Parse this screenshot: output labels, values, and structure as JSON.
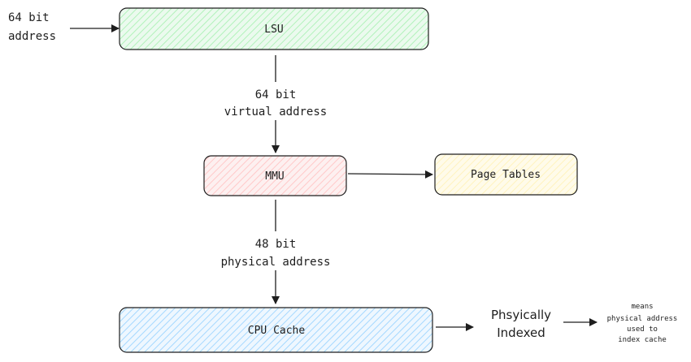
{
  "nodes": {
    "lsu": {
      "label": "LSU",
      "fill": "#b2f2bb"
    },
    "mmu": {
      "label": "MMU",
      "fill": "#ffc9c9"
    },
    "page_tables": {
      "label": "Page Tables",
      "fill": "#fff3bf"
    },
    "cpu_cache": {
      "label": "CPU Cache",
      "fill": "#a5d8ff"
    }
  },
  "input": {
    "line1": "64 bit",
    "line2": "address"
  },
  "edges": {
    "lsu_to_mmu": {
      "line1": "64 bit",
      "line2": "virtual address"
    },
    "mmu_to_cache": {
      "line1": "48 bit",
      "line2": "physical address"
    }
  },
  "cache_output": {
    "line1": "Phsyically",
    "line2": "Indexed"
  },
  "note": {
    "line1": "means",
    "line2": "physical address",
    "line3": "used to",
    "line4": "index cache"
  },
  "colors": {
    "stroke": "#1e1e1e"
  }
}
